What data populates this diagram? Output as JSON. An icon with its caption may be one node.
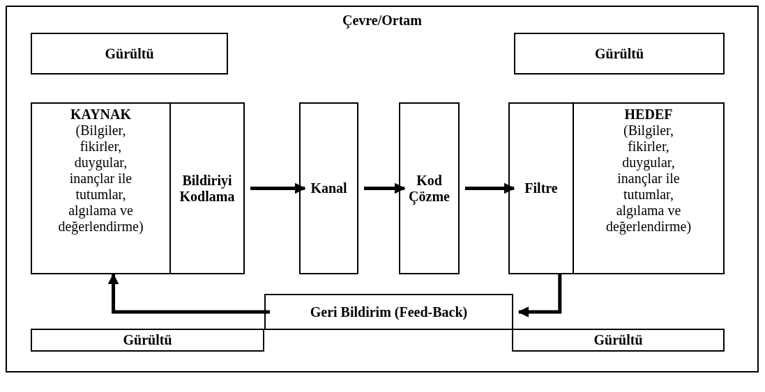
{
  "diagram": {
    "nodes": [
      {
        "text": [
          "Çevre/Ortam"
        ]
      },
      {
        "text": [
          "Gürültü"
        ],
        "in": 0
      },
      {
        "text": [
          "Gürültü"
        ],
        "in": 0
      },
      {
        "text": [
          "KAYNAK",
          "(Bilgiler, fikirler, duygular, inançlar ile tutumlar, algılama ve değerlendirme)"
        ],
        "in": 0
      },
      {
        "text": [
          "Bildiriyi Kodlama"
        ],
        "in": 0
      },
      {
        "text": [
          "Kanal"
        ],
        "in": 0
      },
      {
        "text": [
          "Kod Çözme"
        ],
        "in": 0
      },
      {
        "text": [
          "Filtre"
        ],
        "in": 0
      },
      {
        "text": [
          "HEDEF",
          "(Bilgiler, fikirler, duygular, inançlar ile tutumlar, algılama ve değerlendirme)"
        ],
        "in": 0
      },
      {
        "text": [
          "Geri Bildirim (Feed-Back)"
        ],
        "in": 0
      },
      {
        "text": [
          "Gürültü"
        ],
        "in": 0
      },
      {
        "text": [
          "Gürültü"
        ],
        "in": 0
      }
    ],
    "edges": [
      {
        "from": 4,
        "to": 5,
        "arrow": "to"
      },
      {
        "from": 5,
        "to": 6,
        "arrow": "to"
      },
      {
        "from": 6,
        "to": 7,
        "arrow": "to"
      },
      {
        "from": 7,
        "to": 9,
        "arrow": "to"
      },
      {
        "from": 9,
        "to": 3,
        "arrow": "to"
      }
    ]
  }
}
